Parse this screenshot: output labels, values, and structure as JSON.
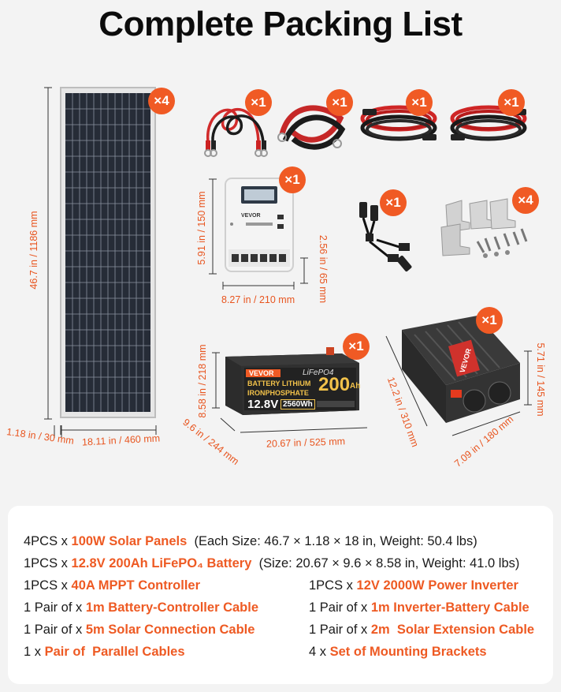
{
  "title": "Complete Packing List",
  "colors": {
    "accent": "#f05a24",
    "panel_frame": "#d9d9d9",
    "cell": "#2a2f3a"
  },
  "badges": {
    "panels": "×4",
    "cable1": "×1",
    "cable2": "×1",
    "cable3": "×1",
    "cable4": "×1",
    "controller": "×1",
    "parallel": "×1",
    "brackets": "×4",
    "battery": "×1",
    "inverter": "×1"
  },
  "dimensions": {
    "panel_height": "46.7 in / 1186 mm",
    "panel_thickness": "1.18 in / 30 mm",
    "panel_width": "18.11 in / 460 mm",
    "controller_height": "5.91 in / 150 mm",
    "controller_depth": "2.56 in / 65 mm",
    "controller_width": "8.27 in / 210 mm",
    "battery_height": "8.58 in / 218 mm",
    "battery_depth": "9.6 in / 244 mm",
    "battery_width": "20.67 in / 525 mm",
    "inverter_length": "12.2 in / 310 mm",
    "inverter_height": "5.71 in / 145 mm",
    "inverter_width": "7.09 in / 180 mm"
  },
  "controller_brand": "VEVOR",
  "battery_label": {
    "brand": "VEVOR",
    "chem": "LiFePO4",
    "line1": "BATTERY LITHIUM",
    "line2": "IRONPHOSPHATE",
    "capacity": "200",
    "unit": "Ah",
    "voltage": "12.8V",
    "energy": "2560Wh"
  },
  "inverter_brand": "VEVOR",
  "list": {
    "l1": {
      "qty": "4PCS x ",
      "item": "100W Solar Panels",
      "desc": "(Each Size: 46.7 × 1.18 × 18 in, Weight: 50.4 lbs)"
    },
    "l2": {
      "qty": "1PCS x ",
      "item": "12.8V 200Ah LiFePO₄ Battery",
      "desc": "(Size: 20.67 × 9.6 × 8.58 in, Weight: 41.0 lbs)"
    },
    "l3": {
      "qty": "1PCS x ",
      "item": "40A MPPT Controller"
    },
    "l4": {
      "qty": "1PCS x ",
      "item": "12V 2000W Power Inverter"
    },
    "l5": {
      "qty": "1 Pair of x ",
      "item": "1m Battery-Controller Cable"
    },
    "l6": {
      "qty": "1 Pair of x ",
      "item": "1m Inverter-Battery Cable"
    },
    "l7": {
      "qty": "1 Pair of x ",
      "item": "5m Solar Connection Cable"
    },
    "l8": {
      "qty": "1 Pair of x ",
      "item": "2m  Solar Extension Cable"
    },
    "l9": {
      "qty": "1 x ",
      "item": "Pair of  Parallel Cables"
    },
    "l10": {
      "qty": "4 x ",
      "item": "Set of Mounting Brackets"
    }
  }
}
